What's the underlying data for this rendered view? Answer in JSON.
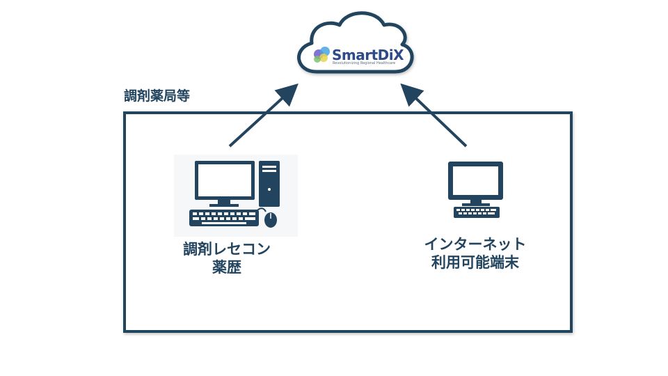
{
  "cloud": {
    "brand_name": "SmartDiX",
    "brand_tagline": "Revolutionizing Regional Healthcare"
  },
  "region": {
    "label": "調剤薬局等"
  },
  "devices": {
    "pc": {
      "label_line1": "調剤レセコン",
      "label_line2": "薬歴"
    },
    "terminal": {
      "label_line1": "インターネット",
      "label_line2": "利用可能端末"
    }
  },
  "colors": {
    "primary": "#22445e",
    "brand": "#2d4a8a"
  }
}
